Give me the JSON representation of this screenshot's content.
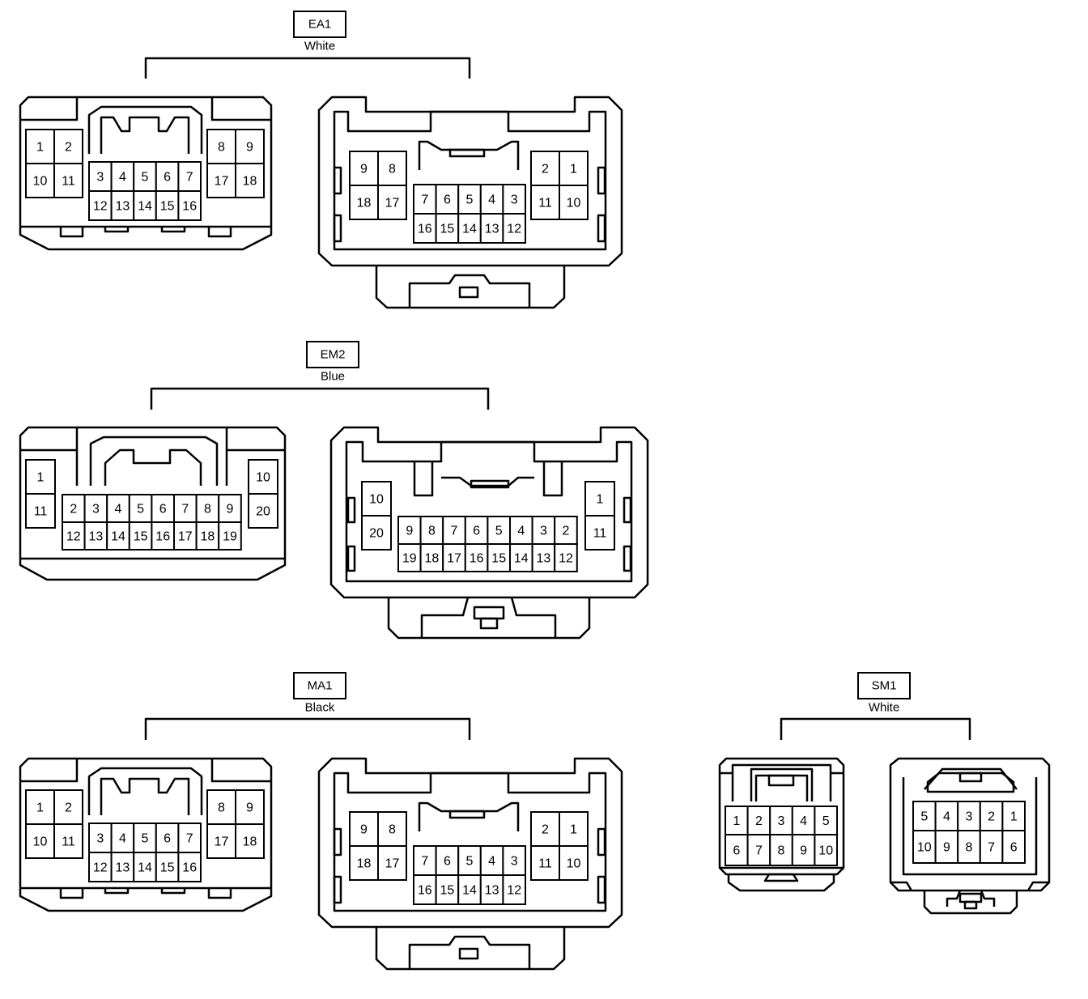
{
  "connectors": [
    {
      "id": "EA1",
      "color": "White",
      "left": {
        "top": [
          [
            "1",
            "2"
          ],
          [
            "8",
            "9"
          ]
        ],
        "bottom": [
          [
            "10",
            "11"
          ],
          [
            "17",
            "18"
          ]
        ],
        "mid_top": [
          "3",
          "4",
          "5",
          "6",
          "7"
        ],
        "mid_bottom": [
          "12",
          "13",
          "14",
          "15",
          "16"
        ]
      },
      "right": {
        "top": [
          [
            "9",
            "8"
          ],
          [
            "2",
            "1"
          ]
        ],
        "bottom": [
          [
            "18",
            "17"
          ],
          [
            "11",
            "10"
          ]
        ],
        "mid_top": [
          "7",
          "6",
          "5",
          "4",
          "3"
        ],
        "mid_bottom": [
          "16",
          "15",
          "14",
          "13",
          "12"
        ]
      }
    },
    {
      "id": "EM2",
      "color": "Blue",
      "left": {
        "top": [
          [
            "1"
          ],
          [
            "10"
          ]
        ],
        "bottom": [
          [
            "11"
          ],
          [
            "20"
          ]
        ],
        "mid_top": [
          "2",
          "3",
          "4",
          "5",
          "6",
          "7",
          "8",
          "9"
        ],
        "mid_bottom": [
          "12",
          "13",
          "14",
          "15",
          "16",
          "17",
          "18",
          "19"
        ]
      },
      "right": {
        "top": [
          [
            "10"
          ],
          [
            "1"
          ]
        ],
        "bottom": [
          [
            "20"
          ],
          [
            "11"
          ]
        ],
        "mid_top": [
          "9",
          "8",
          "7",
          "6",
          "5",
          "4",
          "3",
          "2"
        ],
        "mid_bottom": [
          "19",
          "18",
          "17",
          "16",
          "15",
          "14",
          "13",
          "12"
        ]
      }
    },
    {
      "id": "MA1",
      "color": "Black",
      "left": {
        "top": [
          [
            "1",
            "2"
          ],
          [
            "8",
            "9"
          ]
        ],
        "bottom": [
          [
            "10",
            "11"
          ],
          [
            "17",
            "18"
          ]
        ],
        "mid_top": [
          "3",
          "4",
          "5",
          "6",
          "7"
        ],
        "mid_bottom": [
          "12",
          "13",
          "14",
          "15",
          "16"
        ]
      },
      "right": {
        "top": [
          [
            "9",
            "8"
          ],
          [
            "2",
            "1"
          ]
        ],
        "bottom": [
          [
            "18",
            "17"
          ],
          [
            "11",
            "10"
          ]
        ],
        "mid_top": [
          "7",
          "6",
          "5",
          "4",
          "3"
        ],
        "mid_bottom": [
          "16",
          "15",
          "14",
          "13",
          "12"
        ]
      }
    },
    {
      "id": "SM1",
      "color": "White",
      "left": {
        "row1": [
          "1",
          "2",
          "3",
          "4",
          "5"
        ],
        "row2": [
          "6",
          "7",
          "8",
          "9",
          "10"
        ]
      },
      "right": {
        "row1": [
          "5",
          "4",
          "3",
          "2",
          "1"
        ],
        "row2": [
          "10",
          "9",
          "8",
          "7",
          "6"
        ]
      }
    }
  ]
}
